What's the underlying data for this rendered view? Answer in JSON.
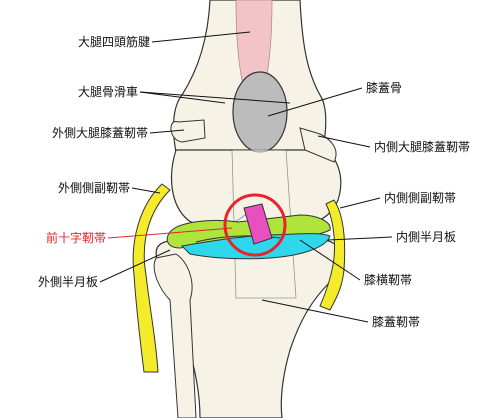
{
  "labels": {
    "quadriceps_tendon": "大腿四頭筋腱",
    "femoral_trochlea": "大腿骨滑車",
    "patella": "膝蓋骨",
    "lateral_femoropatellar_ligament": "外側大腿膝蓋靭帯",
    "medial_femoropatellar_ligament": "内側大腿膝蓋靭帯",
    "lateral_collateral_ligament": "外側側副靭帯",
    "medial_collateral_ligament": "内側側副靭帯",
    "cranial_cruciate_ligament": "前十字靭帯",
    "medial_meniscus": "内側半月板",
    "lateral_meniscus": "外側半月板",
    "transverse_ligament": "膝横靭帯",
    "patellar_ligament": "膝蓋靭帯"
  },
  "colors": {
    "highlight": "#e3262b",
    "tendon": "#f2c4c8",
    "bone": "#f6f3e6",
    "patella": "#bcbcbc",
    "collateral": "#f4ec2a",
    "meniscus_lateral": "#aee43c",
    "meniscus_medial": "#2ed7ea",
    "cruciate": "#e94fbf"
  }
}
